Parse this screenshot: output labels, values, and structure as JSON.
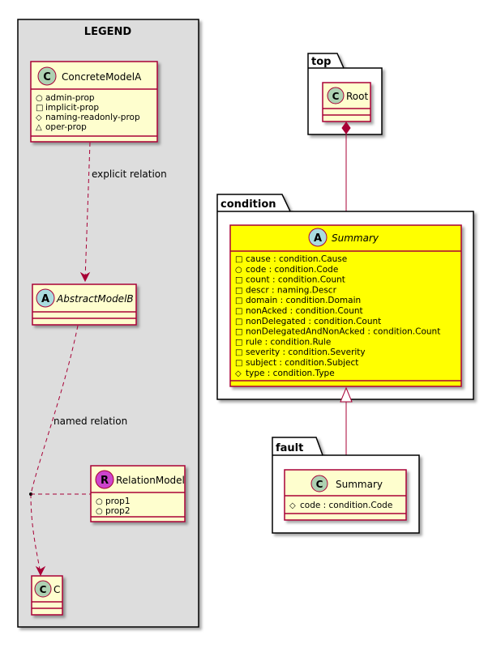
{
  "legend": {
    "title": "LEGEND",
    "concrete": {
      "stereotype": "C",
      "name": "ConcreteModelA",
      "props": [
        {
          "symbol": "○",
          "text": "admin-prop"
        },
        {
          "symbol": "□",
          "text": "implicit-prop"
        },
        {
          "symbol": "◇",
          "text": "naming-readonly-prop"
        },
        {
          "symbol": "△",
          "text": "oper-prop"
        }
      ]
    },
    "explicit_relation": "explicit relation",
    "abstract": {
      "stereotype": "A",
      "name": "AbstractModelB"
    },
    "named_relation": "named relation",
    "relation_model": {
      "stereotype": "R",
      "name": "RelationModel",
      "props": [
        {
          "symbol": "○",
          "text": "prop1"
        },
        {
          "symbol": "○",
          "text": "prop2"
        }
      ]
    },
    "c_class": {
      "stereotype": "C",
      "name": "C"
    }
  },
  "packages": {
    "top": {
      "label": "top",
      "class": {
        "stereotype": "C",
        "name": "Root"
      }
    },
    "condition": {
      "label": "condition",
      "class": {
        "stereotype": "A",
        "name": "Summary",
        "fill": "#ffff00",
        "fields": [
          {
            "symbol": "□",
            "text": "cause : condition.Cause"
          },
          {
            "symbol": "○",
            "text": "code : condition.Code"
          },
          {
            "symbol": "□",
            "text": "count : condition.Count"
          },
          {
            "symbol": "□",
            "text": "descr : naming.Descr"
          },
          {
            "symbol": "□",
            "text": "domain : condition.Domain"
          },
          {
            "symbol": "□",
            "text": "nonAcked : condition.Count"
          },
          {
            "symbol": "□",
            "text": "nonDelegated : condition.Count"
          },
          {
            "symbol": "□",
            "text": "nonDelegatedAndNonAcked : condition.Count"
          },
          {
            "symbol": "□",
            "text": "rule : condition.Rule"
          },
          {
            "symbol": "□",
            "text": "severity : condition.Severity"
          },
          {
            "symbol": "□",
            "text": "subject : condition.Subject"
          },
          {
            "symbol": "◇",
            "text": "type : condition.Type"
          }
        ]
      }
    },
    "fault": {
      "label": "fault",
      "class": {
        "stereotype": "C",
        "name": "Summary",
        "fields": [
          {
            "symbol": "◇",
            "text": "code : condition.Code"
          }
        ]
      }
    }
  },
  "colors": {
    "class_fill": "#fefece",
    "class_border": "#a80036",
    "legend_fill": "#dddddd",
    "circle_c": "#add1b2",
    "circle_a": "#a9dcdf",
    "circle_r": "#cc44cc",
    "highlight": "#ffff00"
  }
}
